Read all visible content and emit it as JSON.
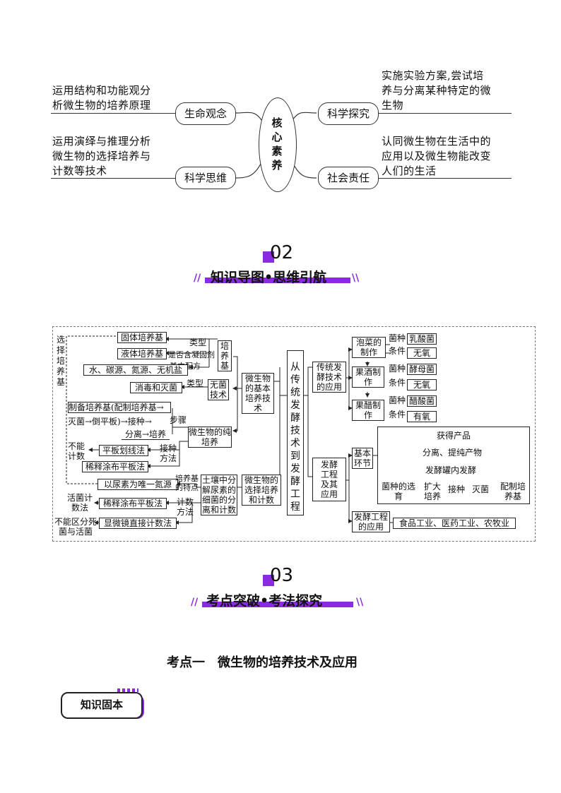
{
  "core": {
    "center": "核心素养",
    "left_top": {
      "node": "生命观念",
      "text": [
        "运用结构和功能观分",
        "析微生物的培养原理"
      ]
    },
    "left_bottom": {
      "node": "科学思维",
      "text": [
        "运用演绎与推理分析",
        "微生物的选择培养与",
        "计数等技术"
      ]
    },
    "right_top": {
      "node": "科学探究",
      "text": [
        "实施实验方案,尝试培",
        "养与分离某种特定的微",
        "生物"
      ]
    },
    "right_bottom": {
      "node": "社会责任",
      "text": [
        "认同微生物在生活中的",
        "应用以及微生物能改变",
        "人们的生活"
      ]
    }
  },
  "section2": {
    "num": "02",
    "title": "知识导图•思维引航"
  },
  "mindmap": {
    "center": "从传统发酵技术到发酵工程",
    "left": {
      "xuanze": "选择培养基",
      "guti": "固体培养基",
      "yeti": "液体培养基",
      "leixing1": "类型",
      "shifou": "是否含凝固剂",
      "peiyangji": "培养基",
      "jiben": "基本配方",
      "shui": "水、碳源、氮源、无机盐",
      "xiaodu": "消毒和灭菌",
      "leixing2": "类型",
      "wujun": "无菌技术",
      "jibenpy": "微生物的基本培养技术",
      "zhibei": "制备培养基(配制培养基→",
      "miejun": "灭菌→倒平板)→接种→",
      "fenli": "分离→培养",
      "buzhou": "步骤",
      "chunpy": "微生物的纯培养",
      "buneng": "不能计数",
      "pingban": "平板划线法",
      "jiezhong": "接种方法",
      "xishi": "稀释涂布平板法",
      "niaosu": "以尿素为唯一氮源",
      "tedian": "培养基的特点",
      "tudi": "土壤中分解尿素的细菌的分离和计数",
      "xuanzepy": "微生物的选择培养和计数",
      "huojun": "活菌计数法",
      "xishi2": "稀释涂布平板法",
      "jishu": "计数方法",
      "xianwei": "显微镜直接计数法",
      "bunengqufen": "不能区分死菌与活菌"
    },
    "right": {
      "chuantong": "传统发酵技术的应用",
      "paocai": "泡菜的制作",
      "guojiu": "果酒制作",
      "guocu": "果醋制作",
      "junzhong": "菌种",
      "tiaojian": "条件",
      "rusuan": "乳酸菌",
      "wuyang": "无氧",
      "jiaomu": "酵母菌",
      "cusuan": "醋酸菌",
      "youyang": "有氧",
      "fajiaogc": "发酵工程及其应用",
      "jibenhj": "基本环节",
      "huode": "获得产品",
      "fenlitc": "分离、提纯产物",
      "fajiaoguan": "发酵罐内发酵",
      "junzhongxy": "菌种的选育",
      "kuoda": "扩大培养",
      "jiezhong": "接种",
      "miejun": "灭菌",
      "peizhi": "配制培养基",
      "yingyong": "发酵工程的应用",
      "shipin": "食品工业、医药工业、农牧业"
    }
  },
  "section3": {
    "num": "03",
    "title": "考点突破•考法探究"
  },
  "kaodian": "考点一　微生物的培养技术及应用",
  "badge": "知识固本"
}
